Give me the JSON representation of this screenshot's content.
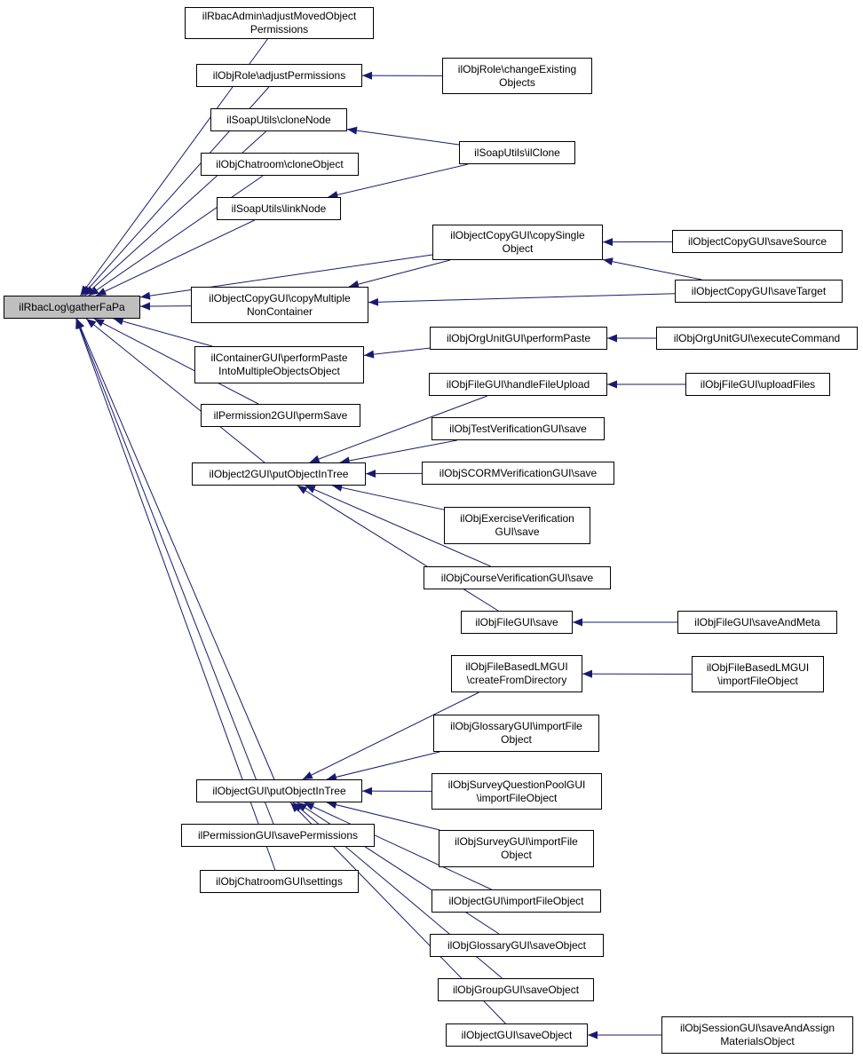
{
  "colors": {
    "edge": "#191970",
    "root_fill": "#bfbfbf",
    "node_border": "#000000"
  },
  "root": "ilRbacLog\\gatherFaPa",
  "nodes": {
    "n_adjMoved": "ilRbacAdmin\\adjustMovedObject\nPermissions",
    "n_adjPerm": "ilObjRole\\adjustPermissions",
    "n_changeExisting": "ilObjRole\\changeExisting\nObjects",
    "n_cloneNode": "ilSoapUtils\\cloneNode",
    "n_ilClone": "ilSoapUtils\\ilClone",
    "n_chatClone": "ilObjChatroom\\cloneObject",
    "n_linkNode": "ilSoapUtils\\linkNode",
    "n_copySingle": "ilObjectCopyGUI\\copySingle\nObject",
    "n_saveSource": "ilObjectCopyGUI\\saveSource",
    "n_copyMultiple": "ilObjectCopyGUI\\copyMultiple\nNonContainer",
    "n_saveTarget": "ilObjectCopyGUI\\saveTarget",
    "n_performPaste": "ilContainerGUI\\performPaste\nIntoMultipleObjectsObject",
    "n_orgPerformPaste": "ilObjOrgUnitGUI\\performPaste",
    "n_orgExecute": "ilObjOrgUnitGUI\\executeCommand",
    "n_handleUpload": "ilObjFileGUI\\handleFileUpload",
    "n_uploadFiles": "ilObjFileGUI\\uploadFiles",
    "n_perm2Save": "ilPermission2GUI\\permSave",
    "n_testVerif": "ilObjTestVerificationGUI\\save",
    "n_obj2Put": "ilObject2GUI\\putObjectInTree",
    "n_scormVerif": "ilObjSCORMVerificationGUI\\save",
    "n_exVerif": "ilObjExerciseVerification\nGUI\\save",
    "n_courseVerif": "ilObjCourseVerificationGUI\\save",
    "n_fileSave": "ilObjFileGUI\\save",
    "n_fileSaveMeta": "ilObjFileGUI\\saveAndMeta",
    "n_lmCreate": "ilObjFileBasedLMGUI\n\\createFromDirectory",
    "n_lmImport": "ilObjFileBasedLMGUI\n\\importFileObject",
    "n_glossImport": "ilObjGlossaryGUI\\importFile\nObject",
    "n_sqpImport": "ilObjSurveyQuestionPoolGUI\n\\importFileObject",
    "n_objPut": "ilObjectGUI\\putObjectInTree",
    "n_surveyImport": "ilObjSurveyGUI\\importFile\nObject",
    "n_permSave": "ilPermissionGUI\\savePermissions",
    "n_chatSettings": "ilObjChatroomGUI\\settings",
    "n_objImport": "ilObjectGUI\\importFileObject",
    "n_glossSave": "ilObjGlossaryGUI\\saveObject",
    "n_groupSave": "ilObjGroupGUI\\saveObject",
    "n_objSave": "ilObjectGUI\\saveObject",
    "n_sessSave": "ilObjSessionGUI\\saveAndAssign\nMaterialsObject"
  },
  "edges": [
    [
      "n_adjMoved",
      "root"
    ],
    [
      "n_adjPerm",
      "root"
    ],
    [
      "n_cloneNode",
      "root"
    ],
    [
      "n_chatClone",
      "root"
    ],
    [
      "n_linkNode",
      "root"
    ],
    [
      "n_copySingle",
      "root"
    ],
    [
      "n_copyMultiple",
      "root"
    ],
    [
      "n_performPaste",
      "root"
    ],
    [
      "n_perm2Save",
      "root"
    ],
    [
      "n_obj2Put",
      "root"
    ],
    [
      "n_objPut",
      "root"
    ],
    [
      "n_permSave",
      "root"
    ],
    [
      "n_chatSettings",
      "root"
    ],
    [
      "n_changeExisting",
      "n_adjPerm"
    ],
    [
      "n_ilClone",
      "n_cloneNode"
    ],
    [
      "n_ilClone",
      "n_linkNode"
    ],
    [
      "n_copySingle",
      "n_copyMultiple"
    ],
    [
      "n_saveSource",
      "n_copySingle"
    ],
    [
      "n_saveTarget",
      "n_copySingle"
    ],
    [
      "n_saveTarget",
      "n_copyMultiple"
    ],
    [
      "n_orgPerformPaste",
      "n_performPaste"
    ],
    [
      "n_orgExecute",
      "n_orgPerformPaste"
    ],
    [
      "n_handleUpload",
      "n_obj2Put"
    ],
    [
      "n_uploadFiles",
      "n_handleUpload"
    ],
    [
      "n_testVerif",
      "n_obj2Put"
    ],
    [
      "n_scormVerif",
      "n_obj2Put"
    ],
    [
      "n_exVerif",
      "n_obj2Put"
    ],
    [
      "n_courseVerif",
      "n_obj2Put"
    ],
    [
      "n_fileSave",
      "n_obj2Put"
    ],
    [
      "n_fileSaveMeta",
      "n_fileSave"
    ],
    [
      "n_lmCreate",
      "n_objPut"
    ],
    [
      "n_lmImport",
      "n_lmCreate"
    ],
    [
      "n_glossImport",
      "n_objPut"
    ],
    [
      "n_sqpImport",
      "n_objPut"
    ],
    [
      "n_surveyImport",
      "n_objPut"
    ],
    [
      "n_objImport",
      "n_objPut"
    ],
    [
      "n_glossSave",
      "n_objPut"
    ],
    [
      "n_groupSave",
      "n_objPut"
    ],
    [
      "n_objSave",
      "n_objPut"
    ],
    [
      "n_sessSave",
      "n_objSave"
    ]
  ]
}
